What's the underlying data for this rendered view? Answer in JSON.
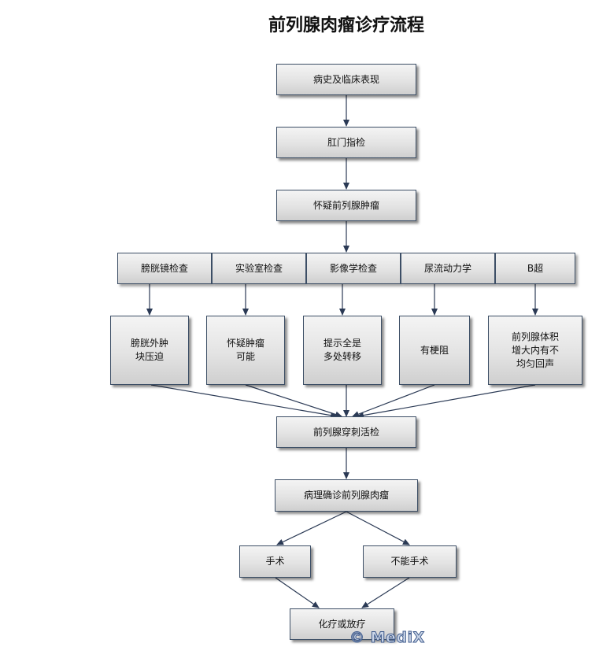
{
  "title": "前列腺肉瘤诊疗流程",
  "nodes": {
    "history": "病史及临床表现",
    "dre": "肛门指检",
    "suspect": "怀疑前列腺肿瘤",
    "exam_cystoscopy": "膀胱镜检查",
    "exam_lab": "实验室检查",
    "exam_imaging": "影像学检查",
    "exam_urodynamics": "尿流动力学",
    "exam_bultrasound": "B超",
    "res_bladder": "膀胱外肿\n块压迫",
    "res_suspect": "怀疑肿瘤\n可能",
    "res_metastasis": "提示全是\n多处转移",
    "res_obstruction": "有梗阻",
    "res_enlarged": "前列腺体积\n增大内有不\n均匀回声",
    "biopsy": "前列腺穿刺活检",
    "pathology": "病理确诊前列腺肉瘤",
    "surgery": "手术",
    "no_surgery": "不能手术",
    "chemo_radio": "化疗或放疗"
  },
  "watermark": "© MediX",
  "colors": {
    "edge": "#2b3a55",
    "border": "#3d4f66"
  }
}
